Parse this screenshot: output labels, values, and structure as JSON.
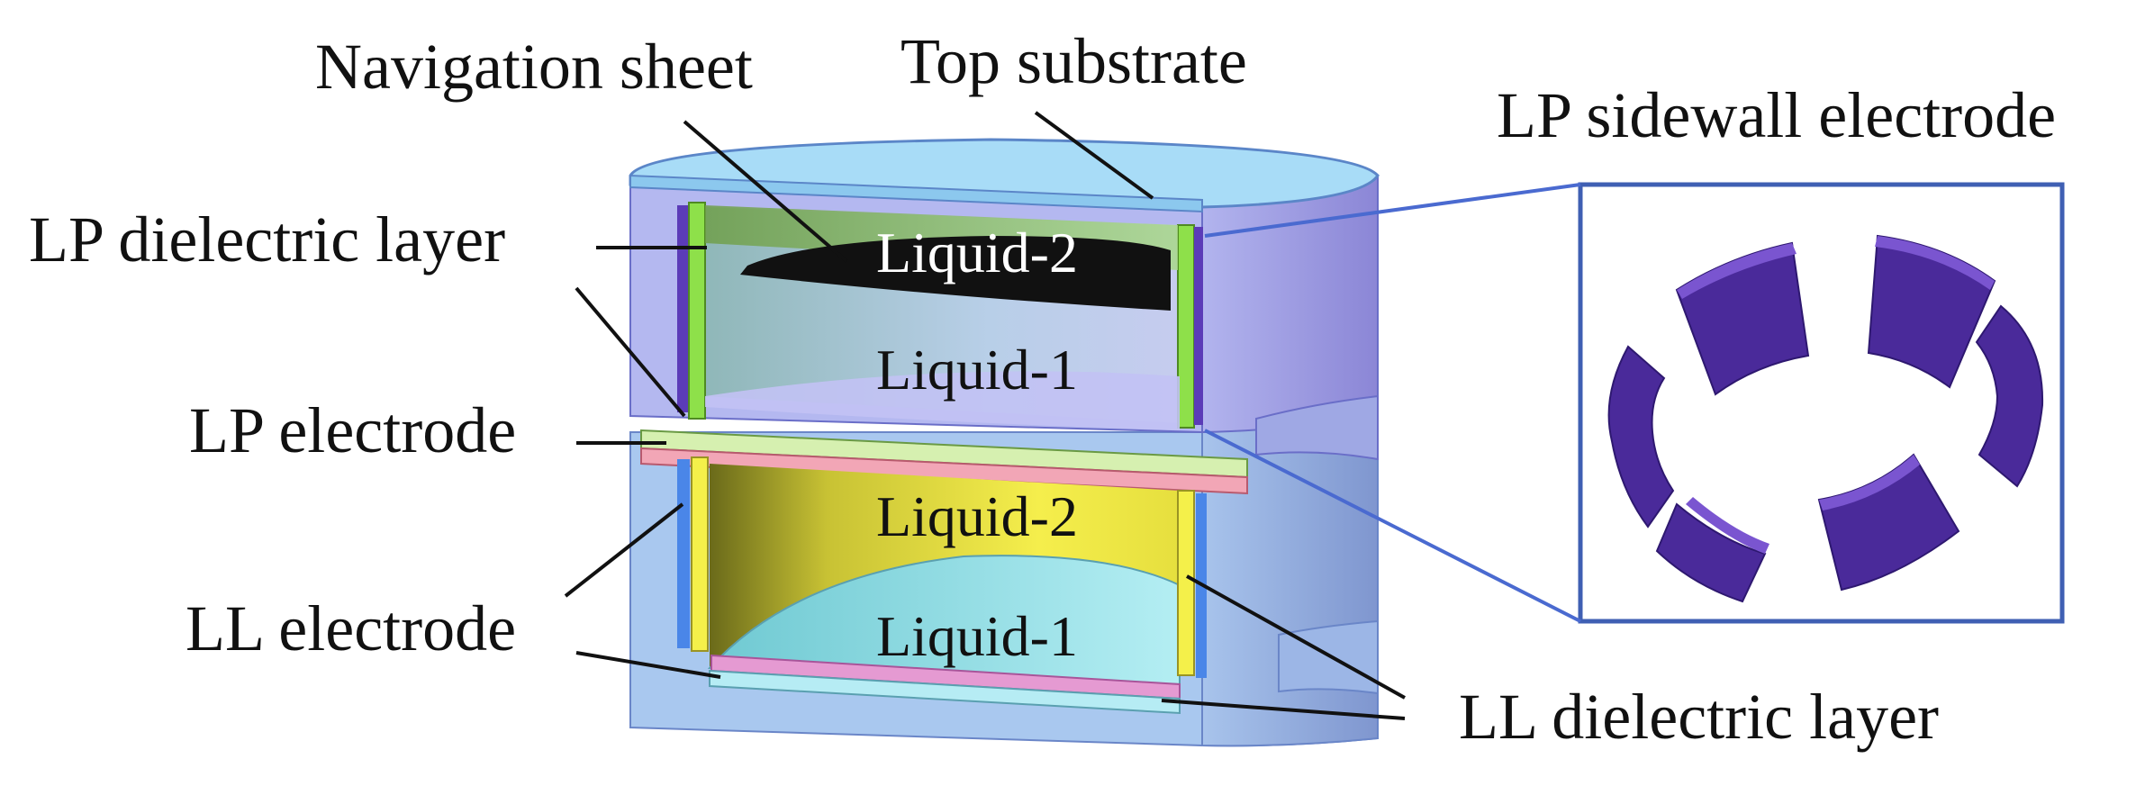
{
  "labels": {
    "navigation_sheet": "Navigation sheet",
    "top_substrate": "Top substrate",
    "lp_sidewall_electrode": "LP sidewall electrode",
    "lp_dielectric_layer": "LP dielectric layer",
    "lp_electrode": "LP electrode",
    "ll_electrode": "LL electrode",
    "ll_dielectric_layer": "LL dielectric layer"
  },
  "liquids": {
    "upper_liquid_2": "Liquid-2",
    "upper_liquid_1": "Liquid-1",
    "lower_liquid_2": "Liquid-2",
    "lower_liquid_1": "Liquid-1"
  },
  "colors": {
    "housing": "#a9c8ef",
    "housing_dark": "#8eaee0",
    "upper_housing": "#b4b8f0",
    "top_substrate": "#a8dcf7",
    "lp_dielectric": "#8ee04a",
    "lp_sidewall": "#5b3bb8",
    "navigation_sheet": "#111111",
    "lp_electrode_top": "#d6f0b0",
    "lp_electrode_bottom": "#f2a6b6",
    "ll_dielectric": "#f4f04a",
    "ll_electrode": "#4a86e8",
    "lower_liquid_2": "#e8e04a",
    "lower_liquid_1": "#9de6ee",
    "bottom_pink": "#e59ad2",
    "leader": "#111111",
    "inset_frame": "#3f5fb3",
    "inset_arc": "#4a2a9a",
    "inset_arc_light": "#7a55d0"
  }
}
